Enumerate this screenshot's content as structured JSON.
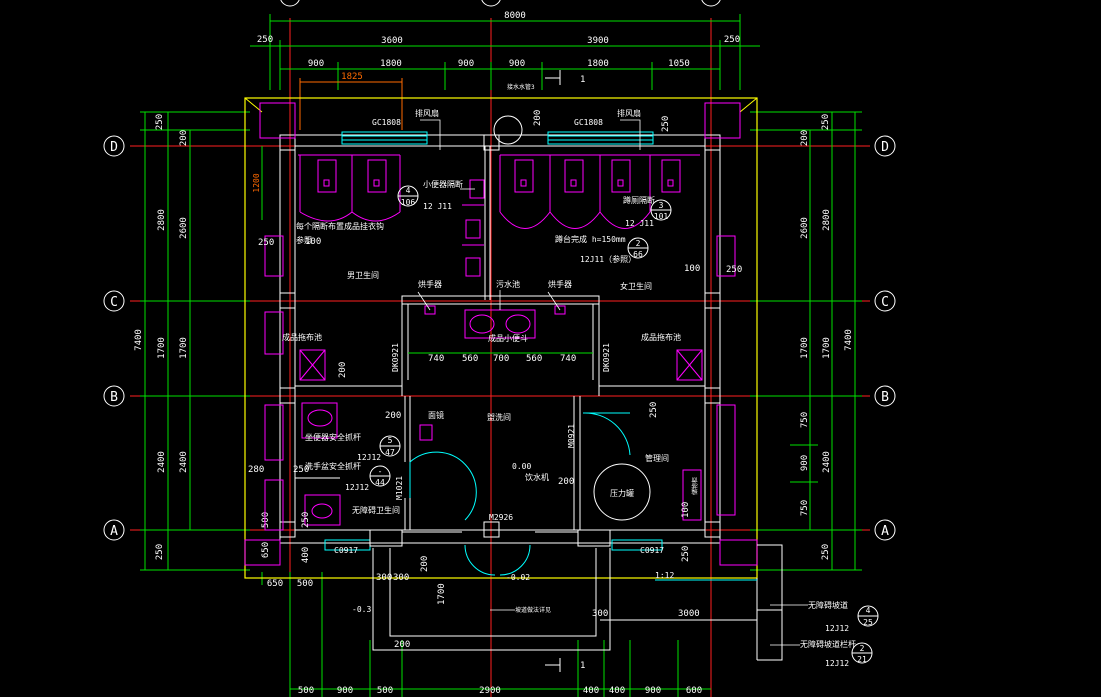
{
  "colors": {
    "background": "#000000",
    "axis_line": "#ff2020",
    "dimension": "#00e000",
    "wall": "#ffffff",
    "fixture": "#ff00ff",
    "window": "#00ffff",
    "outline": "#ffff00",
    "accent": "#ff6a00"
  },
  "axes": {
    "horizontal": [
      {
        "id": "D",
        "label": "D"
      },
      {
        "id": "C",
        "label": "C"
      },
      {
        "id": "B",
        "label": "B"
      },
      {
        "id": "A",
        "label": "A"
      }
    ]
  },
  "dimensions": {
    "top_total": "8000",
    "top_mid": [
      "250",
      "3600",
      "3900",
      "250"
    ],
    "top_detail": [
      "900",
      "1800",
      "900",
      "900",
      "1800",
      "1050"
    ],
    "orange_dim": "1825",
    "left_outer": [
      "250",
      "2800",
      "1700",
      "2400",
      "250"
    ],
    "left_inner": [
      "200",
      "2600",
      "1700",
      "2400"
    ],
    "left_total": "7400",
    "left_small": "1200",
    "right_outer": [
      "250",
      "2800",
      "1700",
      "2400",
      "250"
    ],
    "right_inner": [
      "200",
      "2600",
      "1700",
      "750",
      "900",
      "750"
    ],
    "right_total": "7400",
    "bottom_left": [
      "650",
      "500"
    ],
    "bottom": [
      "500",
      "900",
      "500",
      "2900",
      "400",
      "400",
      "900",
      "600"
    ],
    "left_vertical_small": [
      "500",
      "650",
      "400"
    ],
    "wash_room": [
      "740",
      "560",
      "700",
      "560",
      "740"
    ],
    "misc": [
      "250",
      "200",
      "100",
      "200",
      "200",
      "250",
      "300",
      "300",
      "200",
      "1700",
      "200",
      "300",
      "3000",
      "200",
      "100",
      "250",
      "250",
      "250",
      "250",
      "280",
      "250"
    ]
  },
  "labels": {
    "exhaust_left": "排风扇",
    "exhaust_right": "排风扇",
    "window_left": "GC1808",
    "window_right": "GC1808",
    "rain_pipe": "接水水管3",
    "urinal_partition": "小便器隔断",
    "toilet_partition": "蹲厕隔断",
    "partition_note": "每个隔断布置成品挂衣钩",
    "reference_note": "参照",
    "step_note": "蹲台完成 h=150mm",
    "ref_12j11": "12 J11",
    "ref_12j11_b": "12 J11",
    "ref_12j11_c": "12J11（参照）",
    "men_room": "男卫生间",
    "women_room": "女卫生间",
    "hand_dryer_l": "烘手器",
    "hand_dryer_r": "烘手器",
    "mop_sink": "污水池",
    "child_urinal": "成品小便斗",
    "sink_left": "成品拖布池",
    "sink_right": "成品拖布池",
    "door_dk1": "DK0921",
    "door_dk2": "DK0921",
    "door_m1": "M0921",
    "door_m2": "M1021",
    "door_main": "M2926",
    "wash_hall": "盥洗间",
    "mirror": "面镜",
    "seat_rail": "坐便器安全抓杆",
    "hand_rail": "洗手盆安全抓杆",
    "accessible_room": "无障碍卫生间",
    "storage_room": "管理间",
    "pressure_tank": "压力罐",
    "water_unit": "饮水机",
    "level_000": "0.00",
    "level_002": "-0.02",
    "level_03": "-0.3",
    "window_c1": "C0917",
    "window_c2": "C0917",
    "ramp_slope": "1:12",
    "ramp_note": "坡道做法详见",
    "ramp_label": "无障碍坡道",
    "ramp_rail": "无障碍坡道栏杆",
    "section_mark": "1",
    "section_mark_b": "1",
    "cabinet": "储物柜",
    "dim_100": "100"
  },
  "refs": [
    {
      "num": "4",
      "sheet": "106",
      "id": "urinal"
    },
    {
      "num": "3",
      "sheet": "101",
      "id": "toilet"
    },
    {
      "num": "2",
      "sheet": "66",
      "id": "step"
    },
    {
      "num": "5",
      "sheet": "47",
      "id": "seat"
    },
    {
      "num": "-",
      "sheet": "44",
      "id": "hand"
    },
    {
      "num": "4",
      "sheet": "25",
      "id": "ramp"
    },
    {
      "num": "2",
      "sheet": "21",
      "id": "rail"
    }
  ],
  "ref_books": {
    "seat": "12J12",
    "hand": "12J12",
    "ramp": "12J12",
    "rail": "12J12"
  }
}
